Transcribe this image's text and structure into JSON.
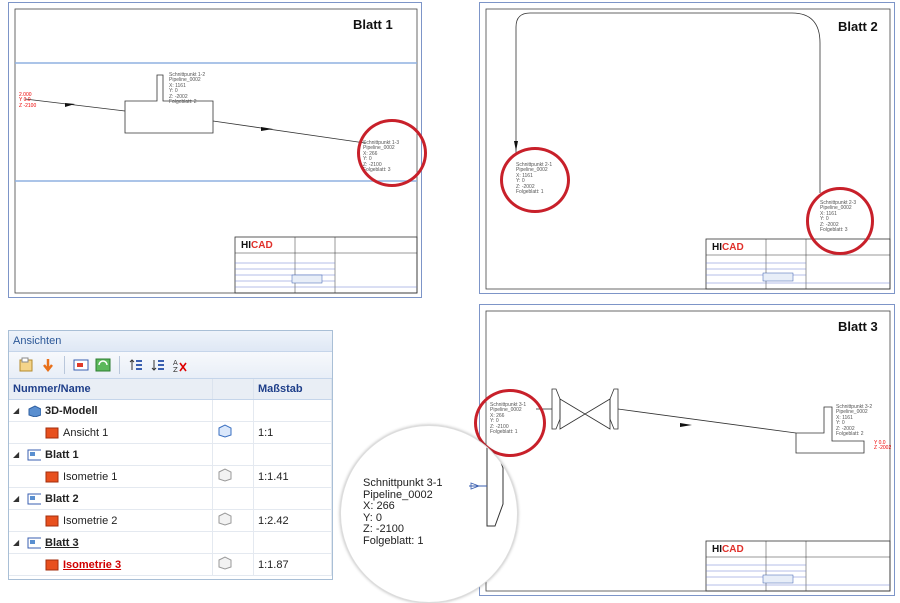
{
  "sheets": {
    "blatt1": {
      "label": "Blatt 1",
      "annot_main": [
        "Schnittpunkt 1-3",
        "Pipeline_0002",
        "X: 266",
        "Y: 0",
        "Z: -2100",
        "Folgeblatt: 3"
      ],
      "annot_top": [
        "Schnittpunkt 1-2",
        "Pipeline_0002",
        "X: 1161",
        "Y: 0",
        "Z: -2002",
        "Folgeblatt: 2"
      ],
      "annot_left": [
        "2.000",
        "Y 0.0",
        "Z -2100"
      ]
    },
    "blatt2": {
      "label": "Blatt 2",
      "annot_left": [
        "Schnittpunkt 2-1",
        "Pipeline_0002",
        "X: 1161",
        "Y: 0",
        "Z: -2002",
        "Folgeblatt: 1"
      ],
      "annot_right": [
        "Schnittpunkt 2-3",
        "Pipeline_0002",
        "X: 1161",
        "Y: 0",
        "Z: -2002",
        "Folgeblatt: 3"
      ]
    },
    "blatt3": {
      "label": "Blatt 3",
      "annot_left": [
        "Schnittpunkt 3-1",
        "Pipeline_0002",
        "X: 266",
        "Y: 0",
        "Z: -2100",
        "Folgeblatt: 1"
      ],
      "annot_right": [
        "Schnittpunkt 3-2",
        "Pipeline_0002",
        "X: 1161",
        "Y: 0",
        "Z: -2002",
        "Folgeblatt: 2"
      ],
      "annot_far_right": [
        "Y 0.0",
        "Z -2002"
      ]
    }
  },
  "logo": {
    "hi": "HI",
    "cad": "CAD"
  },
  "zoom": {
    "lines": [
      "Schnittpunkt 3-1",
      "Pipeline_0002",
      "X: 266",
      "Y: 0",
      "Z: -2100",
      "Folgeblatt: 1"
    ]
  },
  "panel": {
    "title": "Ansichten",
    "col_name": "Nummer/Name",
    "col_scale": "Maßstab",
    "rows": [
      {
        "name": "3D-Modell",
        "scale": "",
        "level": 0,
        "icon": "cube-icon"
      },
      {
        "name": "Ansicht 1",
        "scale": "1:1",
        "level": 1,
        "icon": "view-icon"
      },
      {
        "name": "Blatt 1",
        "scale": "",
        "level": 0,
        "icon": "sheet-icon"
      },
      {
        "name": "Isometrie 1",
        "scale": "1:1.41",
        "level": 1,
        "icon": "view-icon"
      },
      {
        "name": "Blatt 2",
        "scale": "",
        "level": 0,
        "icon": "sheet-icon"
      },
      {
        "name": "Isometrie 2",
        "scale": "1:2.42",
        "level": 1,
        "icon": "view-icon"
      },
      {
        "name": "Blatt 3",
        "scale": "",
        "level": 0,
        "icon": "sheet-icon"
      },
      {
        "name": "Isometrie 3",
        "scale": "1:1.87",
        "level": 1,
        "icon": "view-icon"
      }
    ]
  },
  "colors": {
    "highlight": "#c8202a",
    "accent": "#1f3f8a",
    "active": "#d00000"
  }
}
